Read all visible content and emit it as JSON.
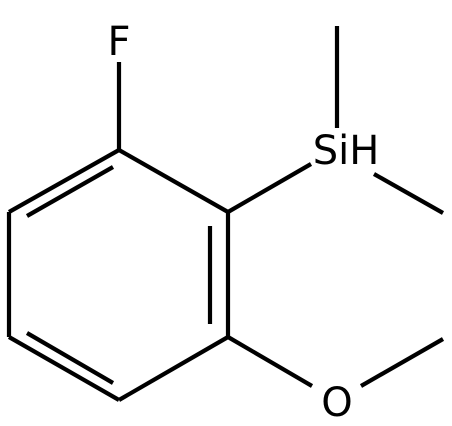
{
  "molecule": {
    "atom_labels": {
      "fluorine": "F",
      "silicon": "SiH",
      "oxygen": "O"
    }
  },
  "colors": {
    "bond": "#000000",
    "label": "#000000",
    "background": "#ffffff"
  }
}
